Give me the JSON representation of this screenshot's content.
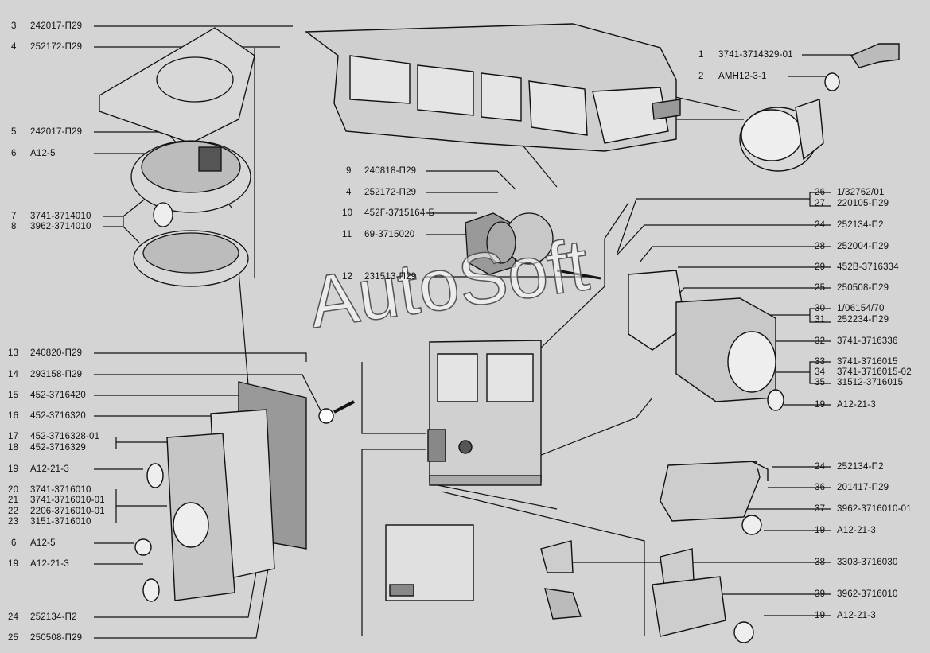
{
  "watermark": "AutoSoft",
  "callouts": [
    {
      "num": "3",
      "code": "242017-П29"
    },
    {
      "num": "4",
      "code": "252172-П29"
    },
    {
      "num": "5",
      "code": "242017-П29"
    },
    {
      "num": "6",
      "code": "А12-5"
    },
    {
      "num": "7",
      "code": "3741-3714010"
    },
    {
      "num": "8",
      "code": "3962-3714010"
    },
    {
      "num": "1",
      "code": "3741-3714329-01"
    },
    {
      "num": "2",
      "code": "АМН12-3-1"
    },
    {
      "num": "9",
      "code": "240818-П29"
    },
    {
      "num": "4",
      "code": "252172-П29"
    },
    {
      "num": "10",
      "code": "452Г-3715164-Б"
    },
    {
      "num": "11",
      "code": "69-3715020"
    },
    {
      "num": "12",
      "code": "231513-П29"
    },
    {
      "num": "26",
      "code": "1/32762/01"
    },
    {
      "num": "27",
      "code": "220105-П29"
    },
    {
      "num": "24",
      "code": "252134-П2"
    },
    {
      "num": "28",
      "code": "252004-П29"
    },
    {
      "num": "29",
      "code": "452В-3716334"
    },
    {
      "num": "25",
      "code": "250508-П29"
    },
    {
      "num": "30",
      "code": "1/06154/70"
    },
    {
      "num": "31",
      "code": "252234-П29"
    },
    {
      "num": "32",
      "code": "3741-3716336"
    },
    {
      "num": "33",
      "code": "3741-3716015"
    },
    {
      "num": "34",
      "code": "3741-3716015-02"
    },
    {
      "num": "35",
      "code": "31512-3716015"
    },
    {
      "num": "19",
      "code": "А12-21-3"
    },
    {
      "num": "13",
      "code": "240820-П29"
    },
    {
      "num": "14",
      "code": "293158-П29"
    },
    {
      "num": "15",
      "code": "452-3716420"
    },
    {
      "num": "16",
      "code": "452-3716320"
    },
    {
      "num": "17",
      "code": "452-3716328-01"
    },
    {
      "num": "18",
      "code": "452-3716329"
    },
    {
      "num": "19",
      "code": "А12-21-3"
    },
    {
      "num": "20",
      "code": "3741-3716010"
    },
    {
      "num": "21",
      "code": "3741-3716010-01"
    },
    {
      "num": "22",
      "code": "2206-3716010-01"
    },
    {
      "num": "23",
      "code": "3151-3716010"
    },
    {
      "num": "6",
      "code": "А12-5"
    },
    {
      "num": "19",
      "code": "А12-21-3"
    },
    {
      "num": "24",
      "code": "252134-П2"
    },
    {
      "num": "25",
      "code": "250508-П29"
    },
    {
      "num": "24",
      "code": "252134-П2"
    },
    {
      "num": "36",
      "code": "201417-П29"
    },
    {
      "num": "37",
      "code": "3962-3716010-01"
    },
    {
      "num": "19",
      "code": "А12-21-3"
    },
    {
      "num": "38",
      "code": "3303-3716030"
    },
    {
      "num": "39",
      "code": "3962-3716010"
    },
    {
      "num": "19",
      "code": "А12-21-3"
    }
  ]
}
